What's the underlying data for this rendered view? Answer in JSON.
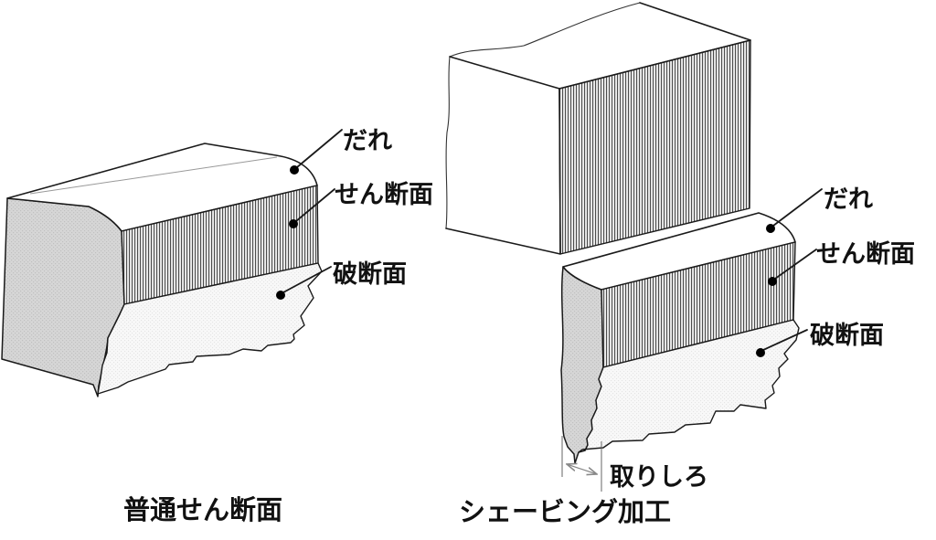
{
  "diagram": {
    "left": {
      "caption": "普通せん断面",
      "labels": {
        "rollover": "だれ",
        "shear_surface": "せん断面",
        "fracture_surface": "破断面"
      }
    },
    "right": {
      "caption": "シェービング加工",
      "labels": {
        "rollover": "だれ",
        "shear_surface": "せん断面",
        "fracture_surface": "破断面",
        "machining_allowance": "取りしろ"
      }
    },
    "colors": {
      "outline": "#1a1a1a",
      "side_face": "#d6d6d6",
      "shear_hatch_line": "#4d4d4d",
      "shear_hatch_bg": "#ededed",
      "fracture_fill": "#f8f8f8",
      "label_text": "#111111",
      "dimension_line": "#888888"
    }
  }
}
